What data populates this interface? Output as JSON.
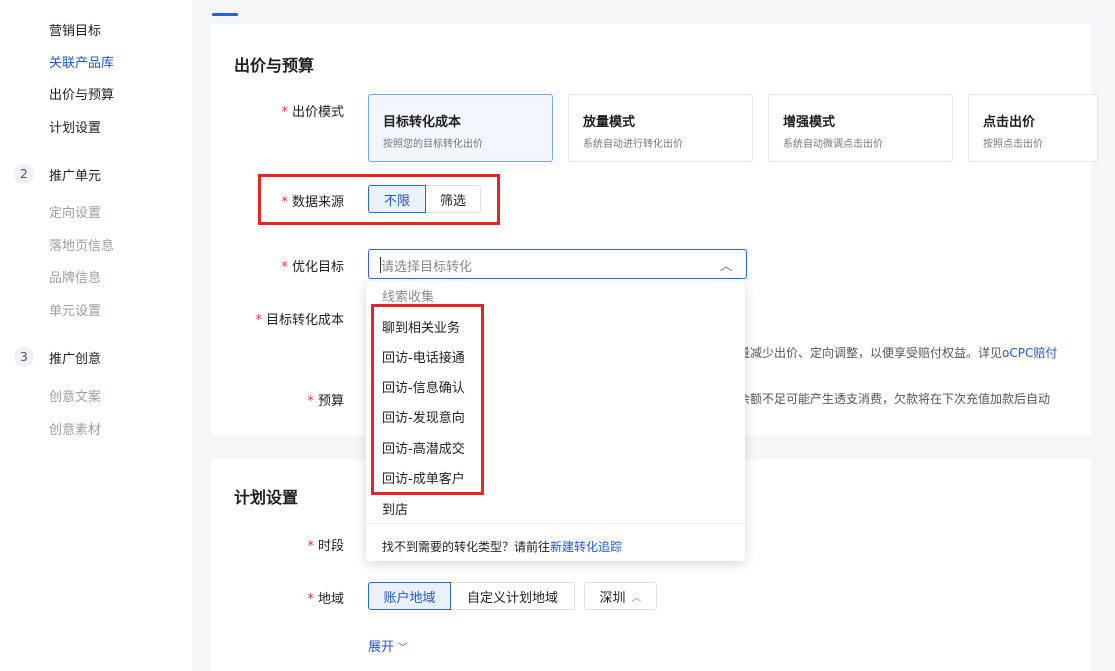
{
  "sidebar": {
    "items_top": [
      "营销目标",
      "关联产品库",
      "出价与预算",
      "计划设置"
    ],
    "section2": {
      "num": "2",
      "title": "推广单元",
      "items": [
        "定向设置",
        "落地页信息",
        "品牌信息",
        "单元设置"
      ]
    },
    "section3": {
      "num": "3",
      "title": "推广创意",
      "items": [
        "创意文案",
        "创意素材"
      ]
    }
  },
  "bid_section": {
    "title": "出价与预算",
    "bid_mode_label": "出价模式",
    "modes": [
      {
        "title": "目标转化成本",
        "desc": "按照您的目标转化出价"
      },
      {
        "title": "放量模式",
        "desc": "系统自动进行转化出价"
      },
      {
        "title": "增强模式",
        "desc": "系统自动微调点击出价"
      },
      {
        "title": "点击出价",
        "desc": "按照点击出价"
      }
    ],
    "data_source_label": "数据来源",
    "data_source_options": [
      "不限",
      "筛选"
    ],
    "opt_target_label": "优化目标",
    "opt_target_placeholder": "请选择目标转化",
    "target_cost_label": "目标转化成本",
    "target_cost_hint": "量减少出价、定向调整，以便享受赔付权益。详见",
    "target_cost_link": "oCPC赔付",
    "budget_label": "预算",
    "budget_hint": "余额不足可能产生透支消费，欠款将在下次充值加款后自动"
  },
  "dropdown": {
    "items": [
      "线索收集",
      "聊到相关业务",
      "回访-电话接通",
      "回访-信息确认",
      "回访-发现意向",
      "回访-高潜成交",
      "回访-成单客户",
      "到店"
    ],
    "footer_text": "找不到需要的转化类型？请前往",
    "footer_link": "新建转化追踪"
  },
  "plan_section": {
    "title": "计划设置",
    "period_label": "时段",
    "region_label": "地域",
    "region_options": [
      "账户地域",
      "自定义计划地域"
    ],
    "city": "深圳",
    "expand": "展开"
  },
  "colors": {
    "primary": "#2255d8",
    "highlight_box": "#e52525",
    "required": "#e8332b"
  }
}
